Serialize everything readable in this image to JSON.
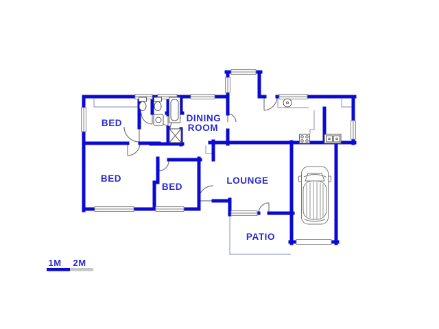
{
  "floorplan": {
    "rooms": {
      "bed1": "BED",
      "bed2": "BED",
      "bed3": "BED",
      "dining_line1": "DINING",
      "dining_line2": "ROOM",
      "lounge": "LOUNGE",
      "patio": "PATIO"
    },
    "scale_bar": {
      "label_1m": "1M",
      "label_2m": "2M"
    },
    "colors": {
      "wall": "#0a0ad2",
      "room_label": "#2a2ad0",
      "window_stroke": "#8f8f8f",
      "window_fill": "#f6f6f6",
      "door_arc": "#7a7a7a",
      "fixture_outline": "#5a5a5a",
      "light_line": "#9aa0c8",
      "scale_blue": "#0a0ad2",
      "scale_gray": "#c6c6c6"
    },
    "fixtures": [
      "toilet",
      "toilet",
      "washbasin",
      "bathtub",
      "shower",
      "round-sink",
      "stove",
      "double-sink",
      "car",
      "wardrobe",
      "garage-door"
    ]
  }
}
